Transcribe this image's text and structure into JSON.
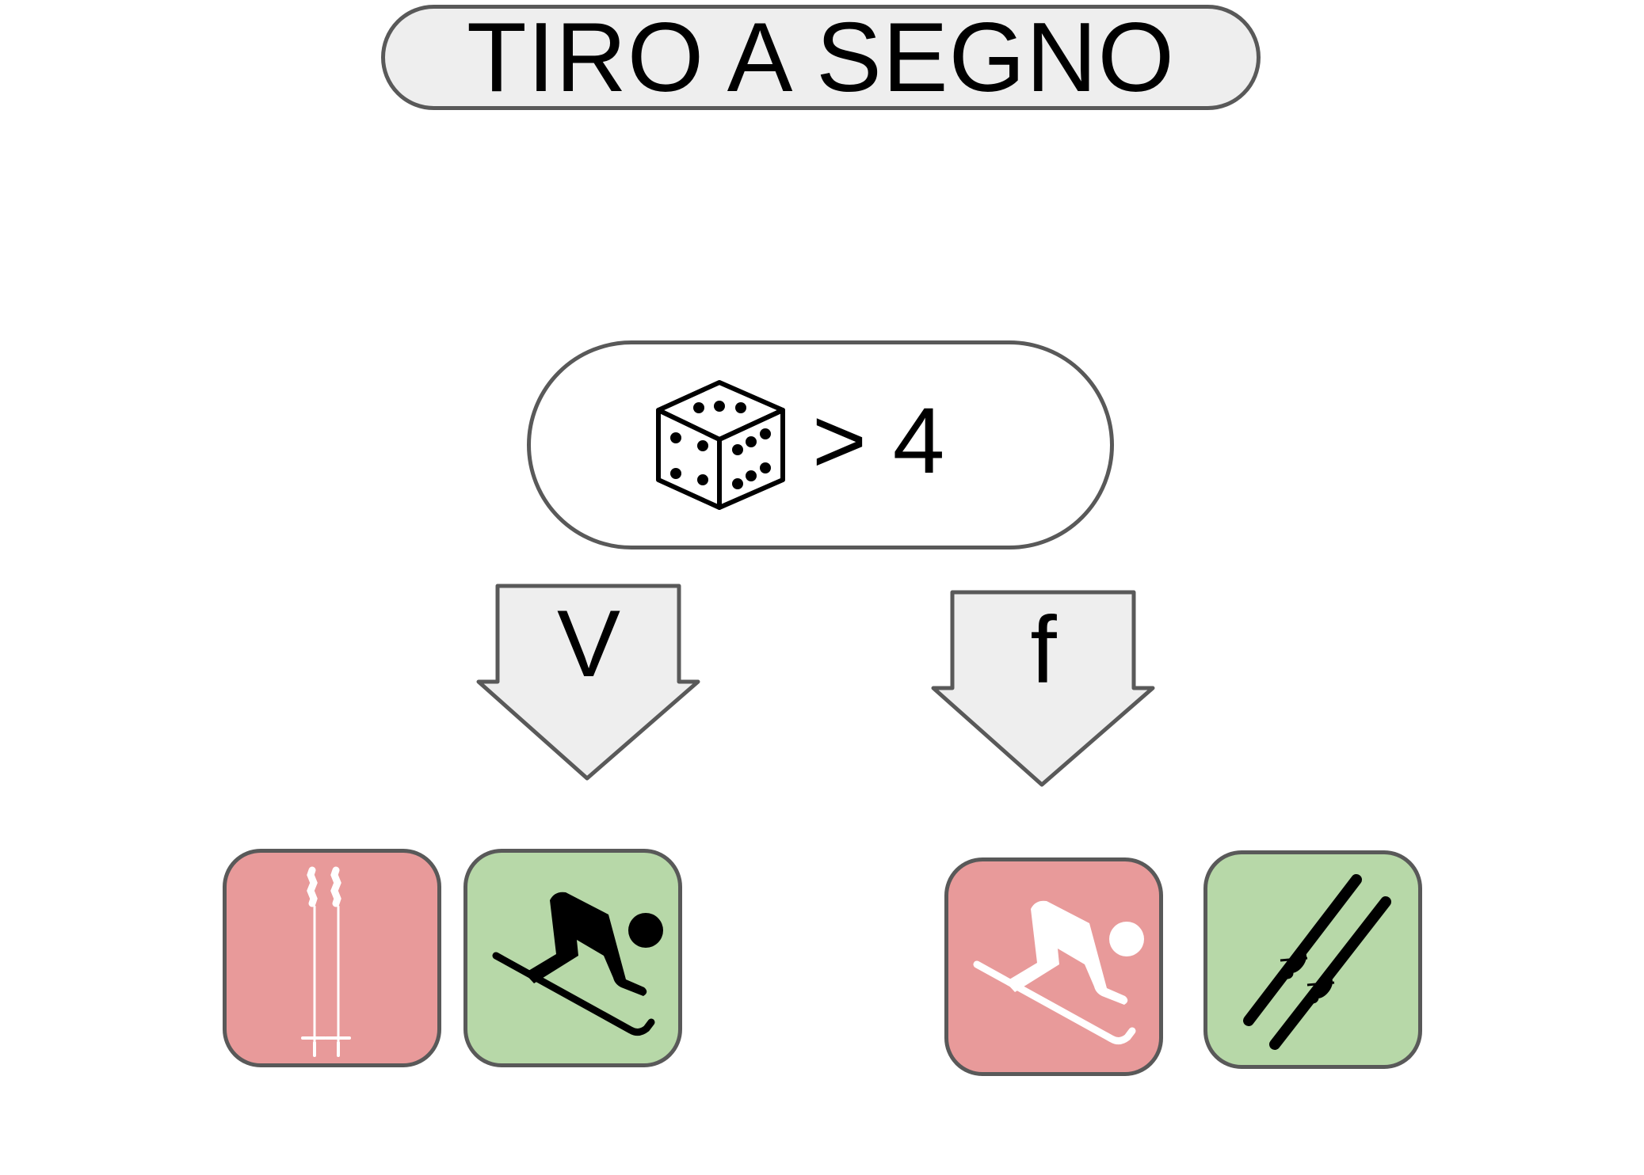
{
  "title": "TIRO A SEGNO",
  "condition": {
    "icon": "dice-icon",
    "operator_text": "> 4"
  },
  "branches": [
    {
      "label": "V",
      "outcomes": [
        {
          "icon": "ski-poles-icon",
          "status": "wrong",
          "color": "#e89a9a"
        },
        {
          "icon": "skier-icon",
          "status": "correct",
          "color": "#b7d8a8"
        }
      ]
    },
    {
      "label": "f",
      "outcomes": [
        {
          "icon": "skier-icon",
          "status": "wrong",
          "color": "#e89a9a"
        },
        {
          "icon": "skis-icon",
          "status": "correct",
          "color": "#b7d8a8"
        }
      ]
    }
  ],
  "colors": {
    "border": "#595959",
    "arrow_fill": "#eeeeee",
    "wrong_tile": "#e89a9a",
    "correct_tile": "#b7d8a8"
  }
}
